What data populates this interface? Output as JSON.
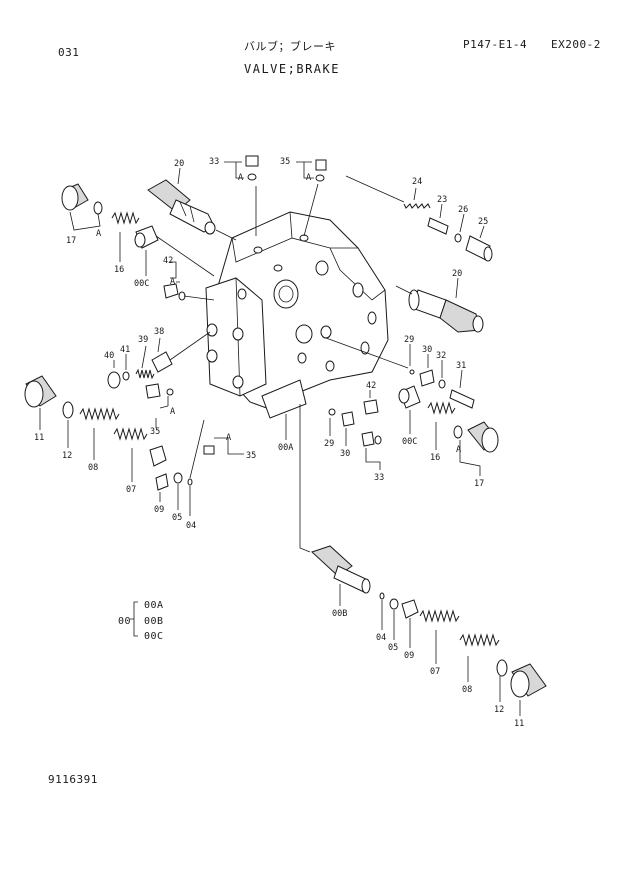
{
  "header": {
    "page_code": "031",
    "title_jp": "バルブ；ブレーキ",
    "title_en": "VALVE;BRAKE",
    "part_ref": "P147-E1-4",
    "model": "EX200-2"
  },
  "footer": {
    "drawing_no": "9116391"
  },
  "legend": {
    "group_label": "00",
    "items": [
      "00A",
      "00B",
      "00C"
    ]
  },
  "callouts": [
    {
      "id": "c33a",
      "text": "33"
    },
    {
      "id": "c35a",
      "text": "35"
    },
    {
      "id": "c20a",
      "text": "20"
    },
    {
      "id": "c17a",
      "text": "17"
    },
    {
      "id": "c16a",
      "text": "16"
    },
    {
      "id": "c00ca",
      "text": "00C"
    },
    {
      "id": "c42a",
      "text": "42"
    },
    {
      "id": "c24",
      "text": "24"
    },
    {
      "id": "c23",
      "text": "23"
    },
    {
      "id": "c26",
      "text": "26"
    },
    {
      "id": "c25",
      "text": "25"
    },
    {
      "id": "c20b",
      "text": "20"
    },
    {
      "id": "c40",
      "text": "40"
    },
    {
      "id": "c41",
      "text": "41"
    },
    {
      "id": "c39",
      "text": "39"
    },
    {
      "id": "c38",
      "text": "38"
    },
    {
      "id": "c29a",
      "text": "29"
    },
    {
      "id": "c30a",
      "text": "30"
    },
    {
      "id": "c32",
      "text": "32"
    },
    {
      "id": "c31",
      "text": "31"
    },
    {
      "id": "c11a",
      "text": "11"
    },
    {
      "id": "c12a",
      "text": "12"
    },
    {
      "id": "c08a",
      "text": "08"
    },
    {
      "id": "c07a",
      "text": "07"
    },
    {
      "id": "c09a",
      "text": "09"
    },
    {
      "id": "c05a",
      "text": "05"
    },
    {
      "id": "c04a",
      "text": "04"
    },
    {
      "id": "c35b",
      "text": "35"
    },
    {
      "id": "c35c",
      "text": "35"
    },
    {
      "id": "c00a",
      "text": "00A"
    },
    {
      "id": "c42b",
      "text": "42"
    },
    {
      "id": "c29b",
      "text": "29"
    },
    {
      "id": "c30b",
      "text": "30"
    },
    {
      "id": "c33b",
      "text": "33"
    },
    {
      "id": "c00cb",
      "text": "00C"
    },
    {
      "id": "c16b",
      "text": "16"
    },
    {
      "id": "c17b",
      "text": "17"
    },
    {
      "id": "c00b",
      "text": "00B"
    },
    {
      "id": "c04b",
      "text": "04"
    },
    {
      "id": "c05b",
      "text": "05"
    },
    {
      "id": "c09b",
      "text": "09"
    },
    {
      "id": "c07b",
      "text": "07"
    },
    {
      "id": "c08b",
      "text": "08"
    },
    {
      "id": "c12b",
      "text": "12"
    },
    {
      "id": "c11b",
      "text": "11"
    }
  ],
  "view_marks": [
    {
      "id": "a1",
      "text": "A"
    },
    {
      "id": "a2",
      "text": "A"
    },
    {
      "id": "a3",
      "text": "A"
    },
    {
      "id": "a4",
      "text": "A"
    },
    {
      "id": "a5",
      "text": "A"
    },
    {
      "id": "a6",
      "text": "A"
    },
    {
      "id": "a7",
      "text": "A"
    }
  ]
}
